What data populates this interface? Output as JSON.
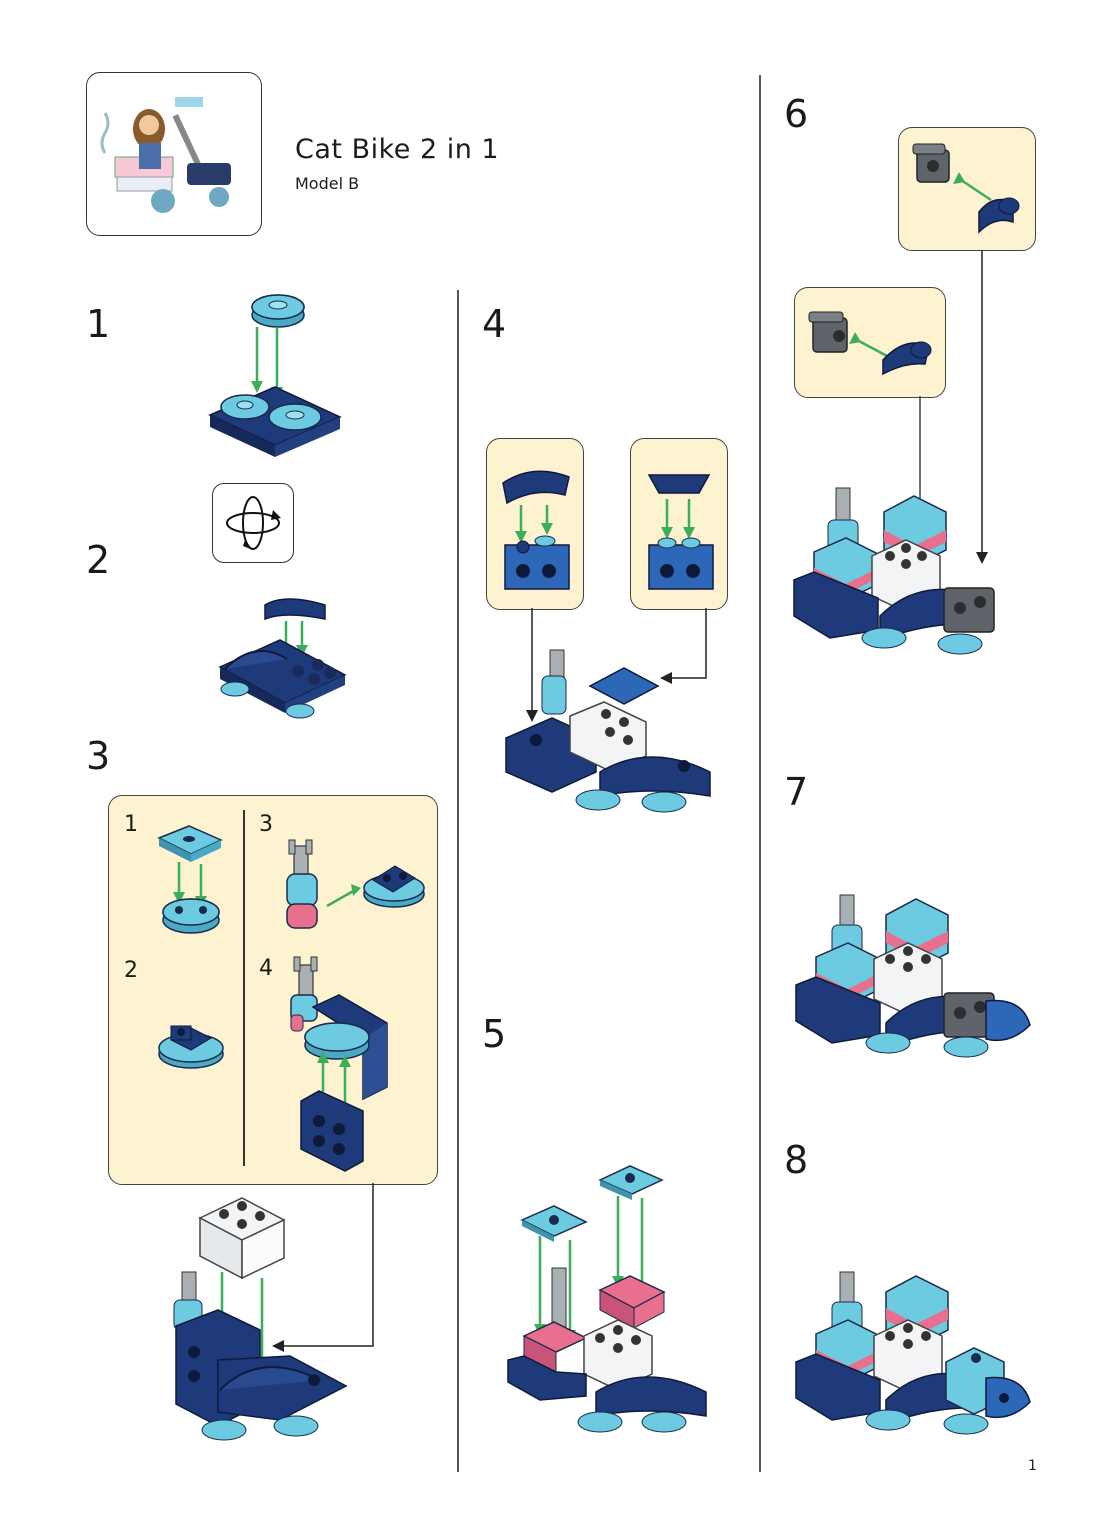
{
  "header": {
    "title": "Cat Bike  2 in 1",
    "subtitle": "Model B"
  },
  "steps": [
    "1",
    "2",
    "3",
    "4",
    "5",
    "6",
    "7",
    "8"
  ],
  "substeps": [
    "1",
    "2",
    "3",
    "4"
  ],
  "page_number": "1",
  "icons": {
    "rotate": "rotate-model-icon"
  },
  "colors": {
    "dark_blue": "#1f3a7a",
    "medium_azure": "#6ccbe0",
    "bright_blue": "#2d68b8",
    "pink": "#e8708e",
    "white_trans": "#f2f4f6",
    "gray": "#5e6469",
    "callout_bg": "#fdf3d0",
    "arrow_green": "#3aae5a"
  }
}
